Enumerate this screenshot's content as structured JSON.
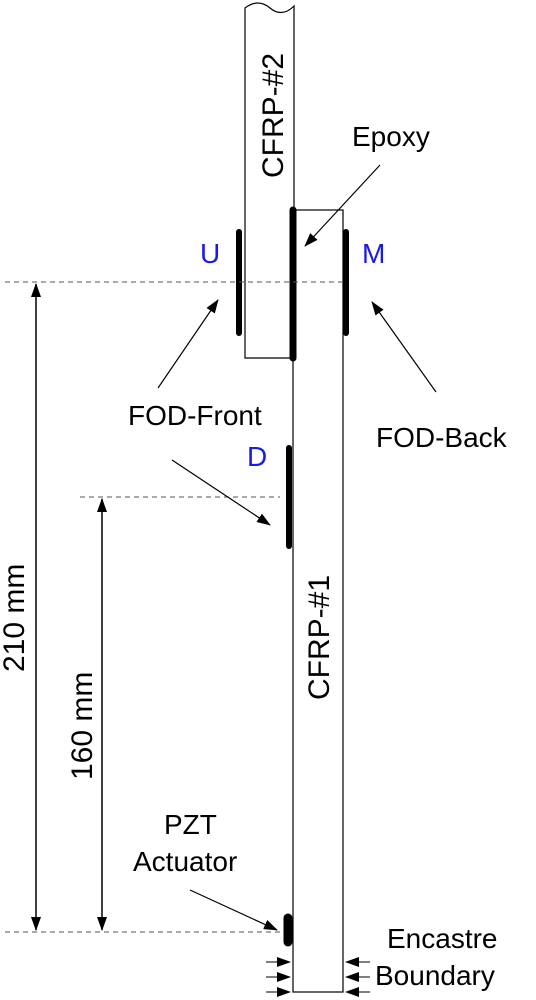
{
  "labels": {
    "cfrp2": "CFRP-#2",
    "cfrp1": "CFRP-#1",
    "epoxy": "Epoxy",
    "u": "U",
    "m": "M",
    "d": "D",
    "fod_front": "FOD-Front",
    "fod_back": "FOD-Back",
    "dim_210": "210 mm",
    "dim_160": "160 mm",
    "pzt_line1": "PZT",
    "pzt_line2": "Actuator",
    "encastre_line1": "Encastre",
    "encastre_line2": "Boundary"
  },
  "colors": {
    "ink": "#000000",
    "sensor_letter": "#1a1ae6",
    "dashed": "#555555"
  }
}
